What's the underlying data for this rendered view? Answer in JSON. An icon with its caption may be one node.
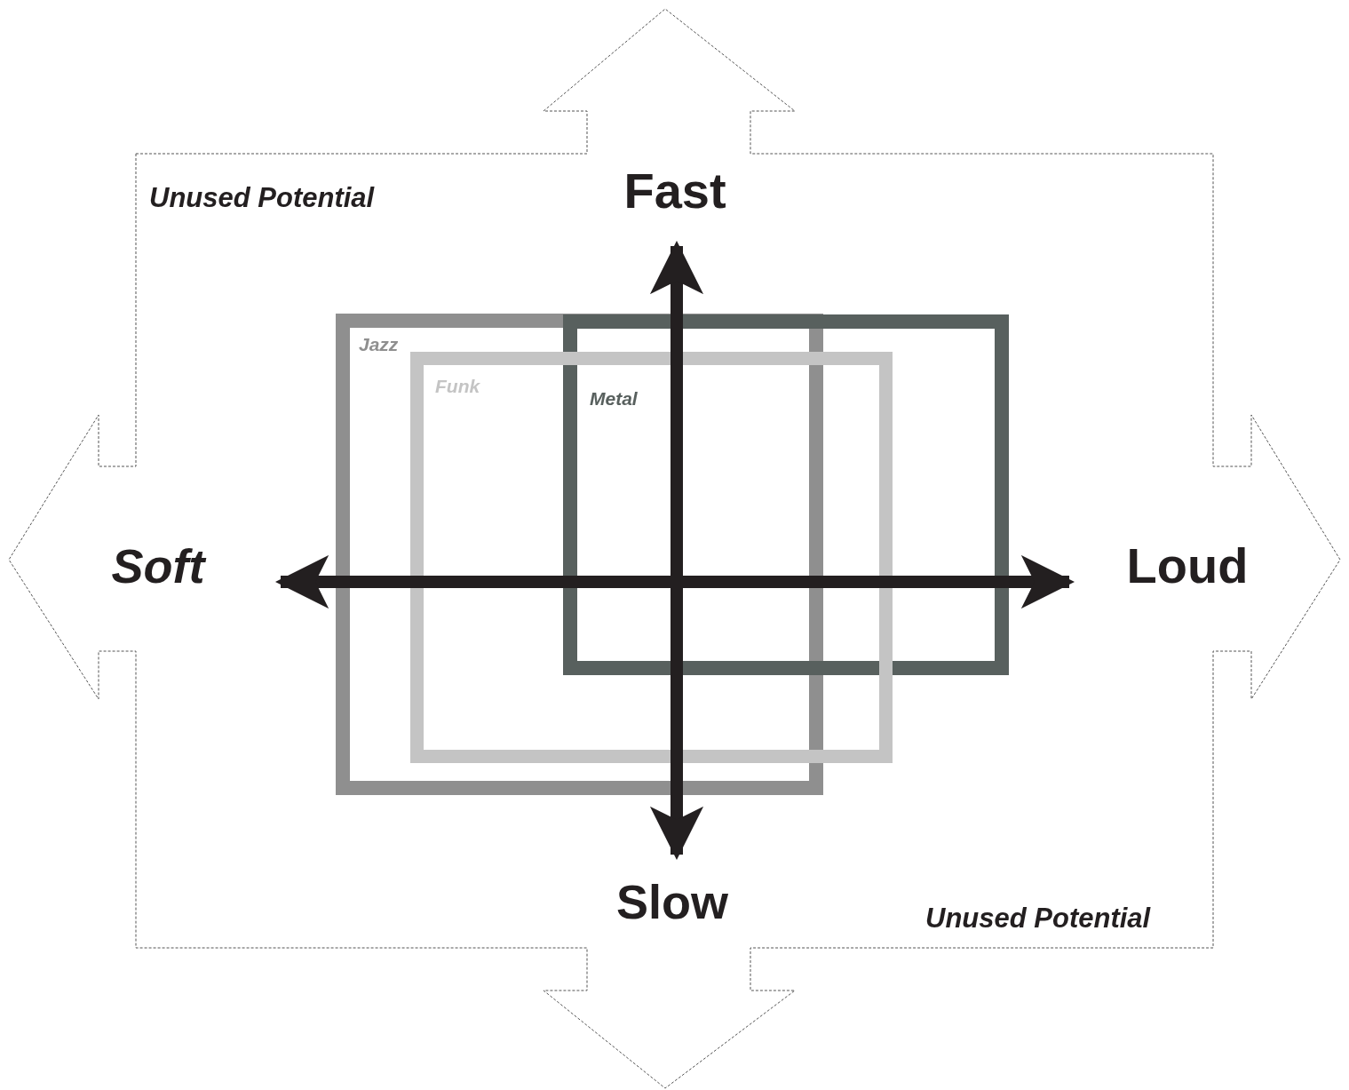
{
  "diagram": {
    "nodes": [
      {
        "text": [
          "Unused Potential",
          "Unused Potential"
        ]
      },
      {
        "text": [
          "Jazz"
        ],
        "in": 0
      },
      {
        "text": [
          "Funk"
        ],
        "in": 0
      },
      {
        "text": [
          "Metal"
        ],
        "in": 0
      }
    ],
    "labels": [
      "Fast",
      "Soft",
      "Loud",
      "Slow"
    ]
  }
}
